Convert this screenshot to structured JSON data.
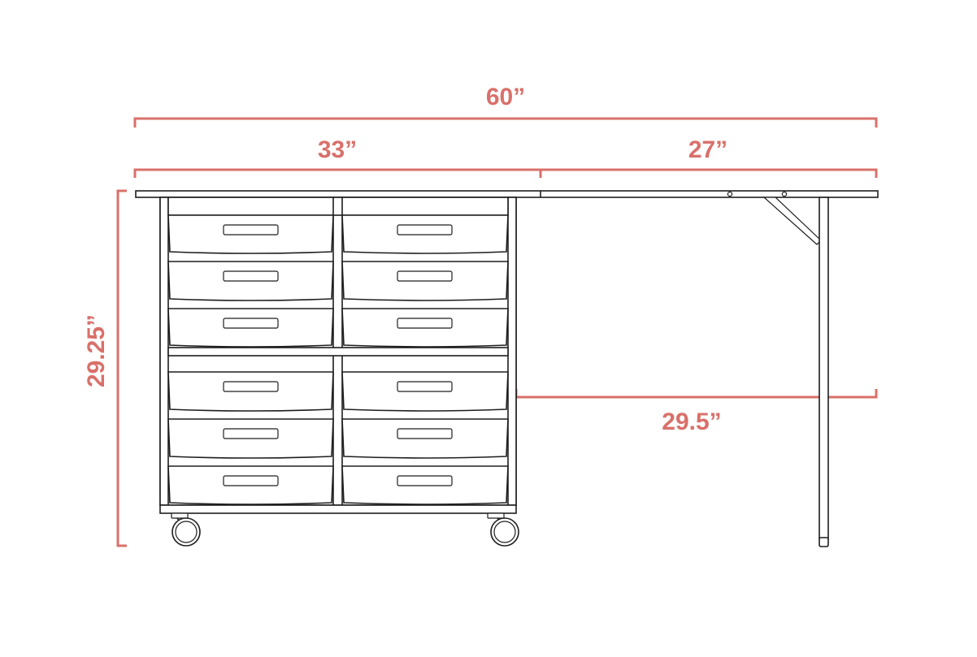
{
  "dimensions": {
    "overall_width": "60”",
    "cabinet_width": "33”",
    "extension_width": "27”",
    "height": "29.25”",
    "knee_clearance": "29.5”"
  },
  "drawer_layout": {
    "columns": 2,
    "rows_per_column": 6
  },
  "colors": {
    "dimension": "#d9706a",
    "ink": "#1e1e1e",
    "background": "#ffffff"
  }
}
